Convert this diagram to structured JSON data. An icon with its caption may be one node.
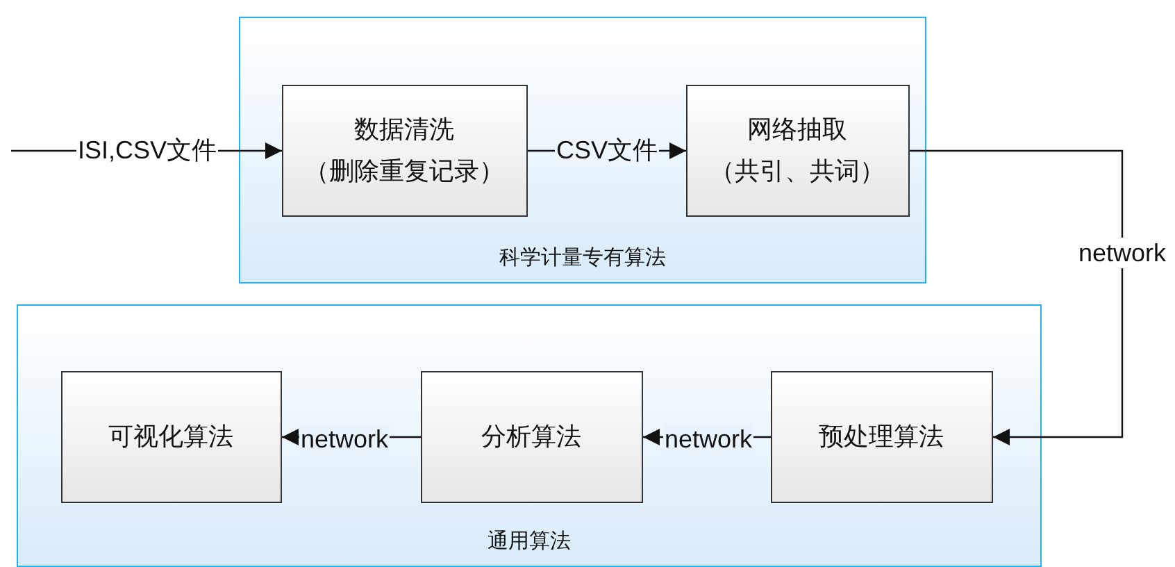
{
  "diagram": {
    "nodes": [
      {
        "text": [
          "科学计量专有算法"
        ]
      },
      {
        "text": [
          "数据清洗",
          "（删除重复记录）"
        ],
        "in": 0
      },
      {
        "text": [
          "网络抽取",
          "（共引、共词）"
        ],
        "in": 0
      },
      {
        "text": [
          "通用算法"
        ]
      },
      {
        "text": [
          "可视化算法"
        ],
        "in": 3
      },
      {
        "text": [
          "分析算法"
        ],
        "in": 3
      },
      {
        "text": [
          "预处理算法"
        ],
        "in": 3
      }
    ],
    "edges": [
      {
        "from": null,
        "to": 1,
        "arrow": "to",
        "label": "ISI,CSV文件"
      },
      {
        "from": 1,
        "to": 2,
        "arrow": "to",
        "label": "CSV文件"
      },
      {
        "from": 2,
        "to": 6,
        "arrow": "to",
        "label": "network"
      },
      {
        "from": 6,
        "to": 5,
        "arrow": "to",
        "label": "network"
      },
      {
        "from": 5,
        "to": 4,
        "arrow": "to",
        "label": "network"
      }
    ]
  }
}
